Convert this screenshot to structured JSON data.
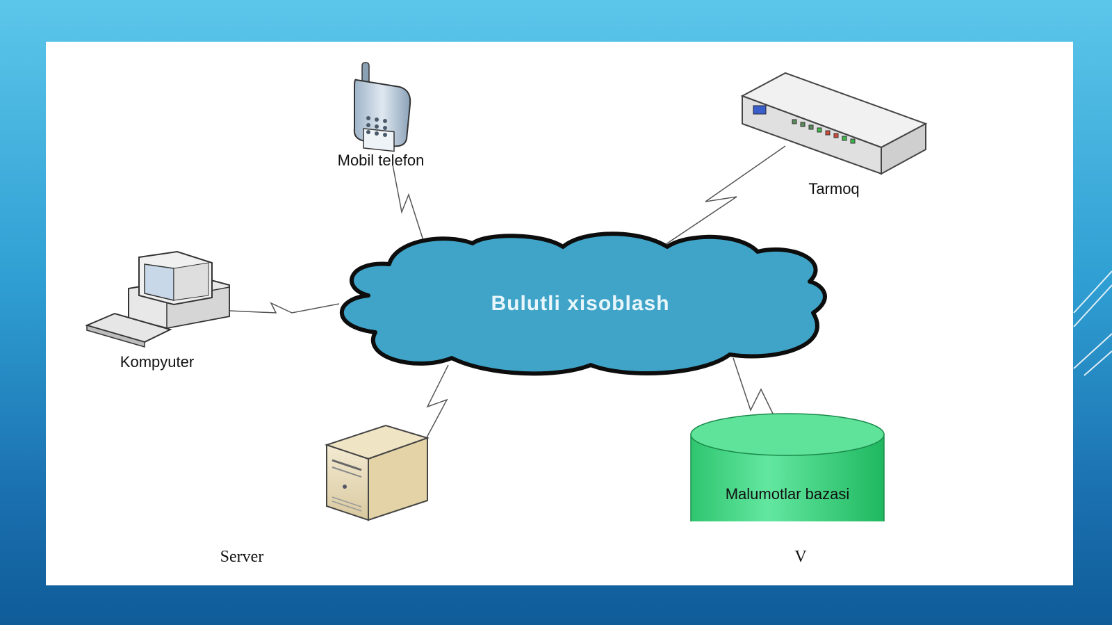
{
  "diagram": {
    "center_label": "Bulutli xisoblash",
    "nodes": {
      "phone": "Mobil telefon",
      "network": "Tarmoq",
      "computer": "Kompyuter",
      "database": "Malumotlar bazasi"
    },
    "bottom_labels": {
      "server": "Server",
      "v": "V"
    }
  },
  "colors": {
    "background_top": "#5cc6ea",
    "background_bottom": "#0f5c98",
    "cloud_fill": "#3fa4c8",
    "database_fill": "#35d07a"
  }
}
